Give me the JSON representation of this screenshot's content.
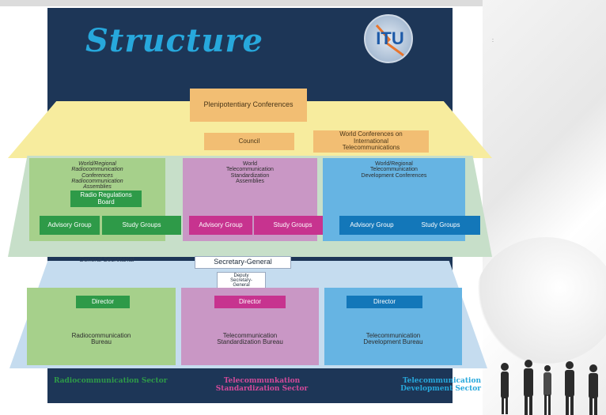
{
  "header": {
    "title": "Structure",
    "logo_text": "ITU"
  },
  "top_level": {
    "plenipotentiary": "Plenipotentiary Conferences",
    "council": "Council",
    "wcit": "World Conferences on International Telecommunications"
  },
  "radiocommunication": {
    "conferences": "World/Regional Radiocommunication Conferences",
    "assemblies": "Radiocommunication Assemblies",
    "rrb": "Radio Regulations Board",
    "advisory": "Advisory Group",
    "study": "Study Groups",
    "director": "Director",
    "bureau": "Radiocommunication Bureau",
    "sector": "Radiocommunication Sector"
  },
  "standardization": {
    "assemblies": "World Telecommunication Standardization Assemblies",
    "advisory": "Advisory Group",
    "study": "Study Groups",
    "director": "Director",
    "bureau": "Telecommunication Standardization Bureau",
    "sector": "Telecommunkation Standardization Sector"
  },
  "development": {
    "conferences": "World/Regional Telecommunication Development Conferences",
    "advisory": "Advisory Group",
    "study": "Study Groups",
    "director": "Director",
    "bureau": "Telecommunication Development Bureau",
    "sector": "Telecommunication Development Sector"
  },
  "secretariat": {
    "label": "General Secretariat",
    "secretary_general": "Secretary-General",
    "deputy": "Deputy Secretary-General"
  },
  "colors": {
    "panel": "#1d3657",
    "radio_sector": "#2e9a48",
    "standardization_sector": "#c7338f",
    "development_sector": "#27a8dc"
  }
}
